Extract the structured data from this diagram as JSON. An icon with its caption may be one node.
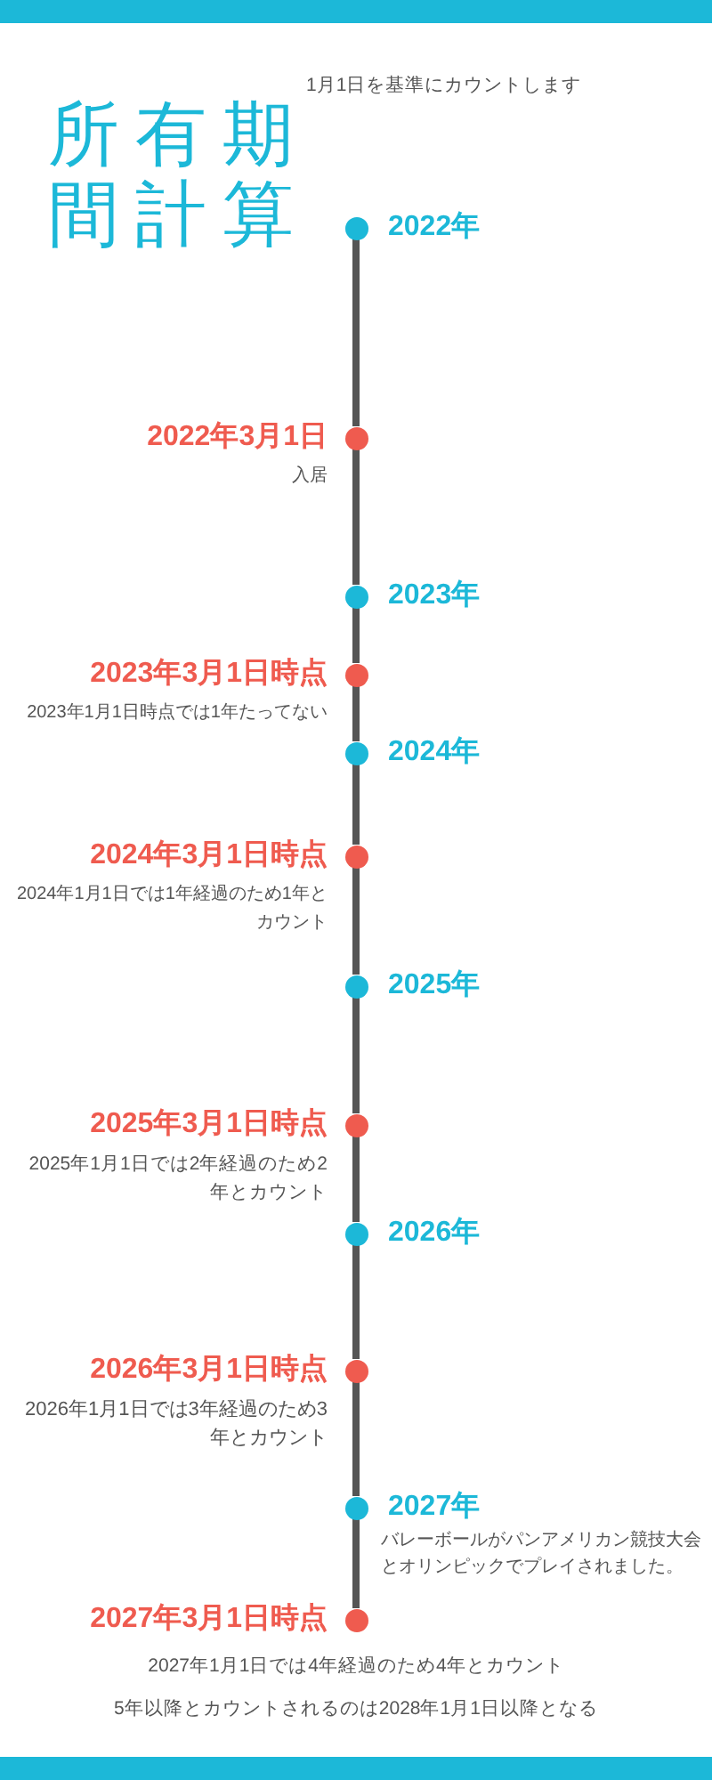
{
  "diagram": {
    "title": "所有期間計算",
    "nodes": [
      {
        "text": [],
        "shape": "circle",
        "beside": [
          "2022年"
        ]
      },
      {
        "text": [],
        "shape": "circle",
        "beside": [
          "2022年3月1日",
          "入居"
        ]
      },
      {
        "text": [],
        "shape": "circle",
        "beside": [
          "2023年"
        ]
      },
      {
        "text": [],
        "shape": "circle",
        "beside": [
          "2023年3月1日時点",
          "2023年1月1日時点では1年たってない"
        ]
      },
      {
        "text": [],
        "shape": "circle",
        "beside": [
          "2024年"
        ]
      },
      {
        "text": [],
        "shape": "circle",
        "beside": [
          "2024年3月1日時点",
          "2024年1月1日では1年経過のため1年とカウント"
        ]
      },
      {
        "text": [],
        "shape": "circle",
        "beside": [
          "2025年"
        ]
      },
      {
        "text": [],
        "shape": "circle",
        "beside": [
          "2025年3月1日時点",
          "2025年1月1日では2年経過のため2年とカウント"
        ]
      },
      {
        "text": [],
        "shape": "circle",
        "beside": [
          "2026年"
        ]
      },
      {
        "text": [],
        "shape": "circle",
        "beside": [
          "2026年3月1日時点",
          "2026年1月1日では3年経過のため3年とカウント"
        ]
      },
      {
        "text": [],
        "shape": "circle",
        "beside": [
          "2027年",
          "バレーボールがパンアメリカン競技大会とオリンピックでプレイされました。"
        ]
      },
      {
        "text": [],
        "shape": "circle",
        "beside": [
          "2027年3月1日時点",
          "2027年1月1日では4年経過のため4年とカウント",
          "5年以降とカウントされるのは2028年1月1日以降となる"
        ]
      }
    ],
    "edges": [
      {
        "from": 0,
        "to": 1,
        "arrow": "none"
      },
      {
        "from": 1,
        "to": 2,
        "arrow": "none"
      },
      {
        "from": 2,
        "to": 3,
        "arrow": "none"
      },
      {
        "from": 3,
        "to": 4,
        "arrow": "none"
      },
      {
        "from": 4,
        "to": 5,
        "arrow": "none"
      },
      {
        "from": 5,
        "to": 6,
        "arrow": "none"
      },
      {
        "from": 6,
        "to": 7,
        "arrow": "none"
      },
      {
        "from": 7,
        "to": 8,
        "arrow": "none"
      },
      {
        "from": 8,
        "to": 9,
        "arrow": "none"
      },
      {
        "from": 9,
        "to": 10,
        "arrow": "none"
      },
      {
        "from": 10,
        "to": 11,
        "arrow": "none"
      }
    ],
    "labels": [
      "1月1日を基準にカウントします"
    ]
  }
}
